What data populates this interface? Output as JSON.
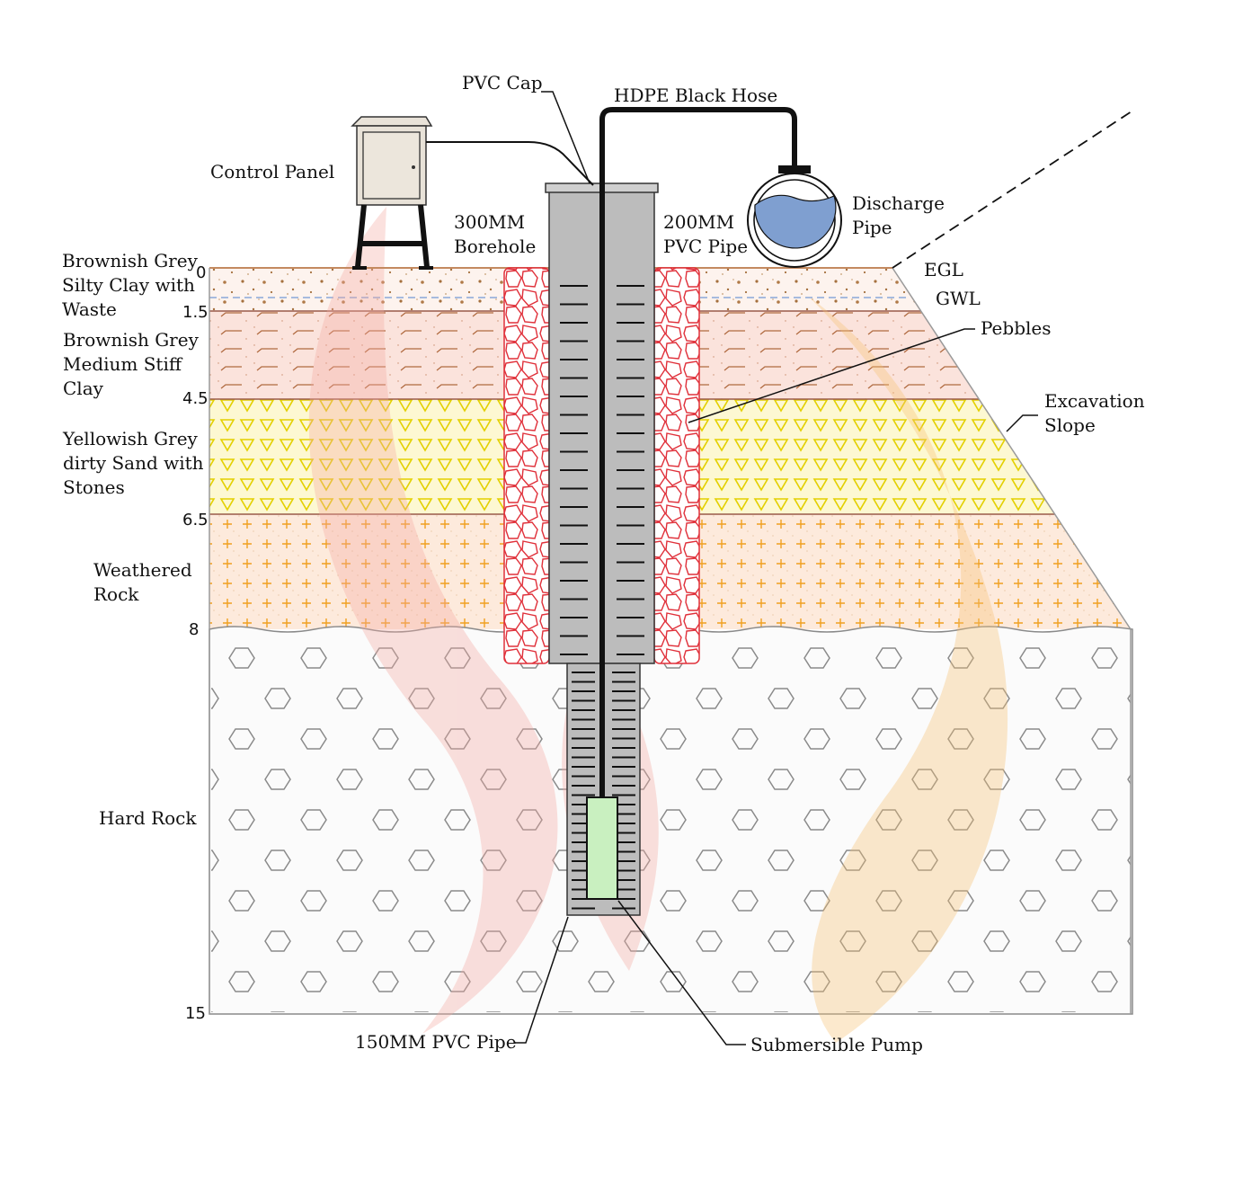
{
  "labels": {
    "pvc_cap": "PVC Cap",
    "hdpe_hose": "HDPE Black Hose",
    "control_panel": "Control Panel",
    "borehole_300": [
      "300MM",
      "Borehole"
    ],
    "pvc_pipe_200": [
      "200MM",
      "PVC Pipe"
    ],
    "discharge_pipe": [
      "Discharge",
      "Pipe"
    ],
    "egl": "EGL",
    "gwl": "GWL",
    "pebbles": "Pebbles",
    "excavation_slope": [
      "Excavation",
      "Slope"
    ],
    "pvc_pipe_150": "150MM PVC Pipe",
    "submersible_pump": "Submersible Pump"
  },
  "layers": [
    {
      "name": [
        "Brownish Grey",
        "Silty Clay with",
        "Waste"
      ],
      "top_depth": "0",
      "fill": "#fdf3ee",
      "pattern": "specks"
    },
    {
      "name": [
        "Brownish Grey",
        "Medium Stiff",
        "Clay"
      ],
      "top_depth": "1.5",
      "fill": "#fbe3dc",
      "pattern": "dashes"
    },
    {
      "name": [
        "Yellowish Grey",
        "dirty Sand with",
        "Stones"
      ],
      "top_depth": "4.5",
      "fill": "#fdf8d2",
      "pattern": "triangles"
    },
    {
      "name": [
        "Weathered",
        "Rock"
      ],
      "top_depth": "6.5",
      "fill": "#fdeadc",
      "pattern": "crosses"
    },
    {
      "name": [
        "Hard Rock"
      ],
      "top_depth": "8",
      "fill": "#fbfbfb",
      "pattern": "hexagons"
    }
  ],
  "bottom_depth": "15",
  "colors": {
    "water": "#7f9fd0",
    "pebble_stroke": "#e0303a",
    "pump": "#c9f0c0",
    "pipe_grey": "#bcbcbc",
    "hose": "#111111",
    "watermark": "#f4c4c0"
  }
}
